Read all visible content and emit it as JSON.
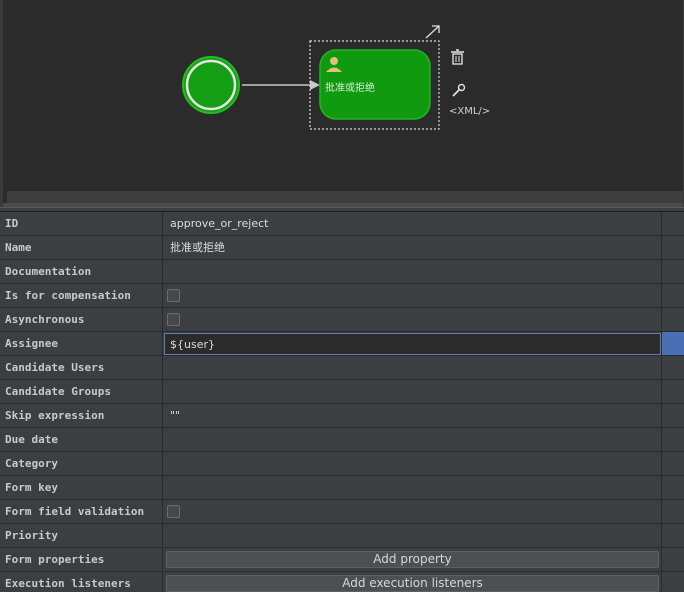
{
  "canvas": {
    "task_name": "批准或拒绝",
    "xml_label": "<XML/>",
    "colors": {
      "background": "#2b2b2b",
      "start_event_fill": "#149e14",
      "task_fill": "#0f9a0f",
      "selection_dash": "#d8d8d8",
      "sequence_flow": "#c8c8c8",
      "user_icon": "#e0c27a"
    },
    "icons": [
      "resize-arrow-icon",
      "trash-icon",
      "wrench-icon",
      "user-icon"
    ]
  },
  "properties": {
    "rows": [
      {
        "name": "ID",
        "type": "text",
        "value": "approve_or_reject"
      },
      {
        "name": "Name",
        "type": "text",
        "value": "批准或拒绝"
      },
      {
        "name": "Documentation",
        "type": "text",
        "value": ""
      },
      {
        "name": "Is for compensation",
        "type": "checkbox",
        "value": false
      },
      {
        "name": "Asynchronous",
        "type": "checkbox",
        "value": false
      },
      {
        "name": "Assignee",
        "type": "input",
        "value": "${user}"
      },
      {
        "name": "Candidate Users",
        "type": "text",
        "value": ""
      },
      {
        "name": "Candidate Groups",
        "type": "text",
        "value": ""
      },
      {
        "name": "Skip expression",
        "type": "text",
        "value": "\"\""
      },
      {
        "name": "Due date",
        "type": "text",
        "value": ""
      },
      {
        "name": "Category",
        "type": "text",
        "value": ""
      },
      {
        "name": "Form key",
        "type": "text",
        "value": ""
      },
      {
        "name": "Form field validation",
        "type": "checkbox",
        "value": false
      },
      {
        "name": "Priority",
        "type": "text",
        "value": ""
      },
      {
        "name": "Form properties",
        "type": "button",
        "value": "Add property"
      },
      {
        "name": "Execution listeners",
        "type": "button",
        "value": "Add execution listeners"
      }
    ],
    "colors": {
      "panel": "#3c3f41",
      "grid_line": "#2b2b2b",
      "label_text": "#c9c9c9",
      "value_text": "#dcdcdc",
      "focus_border": "#5c7eb2",
      "selection_accent": "#4a6fb5"
    }
  }
}
